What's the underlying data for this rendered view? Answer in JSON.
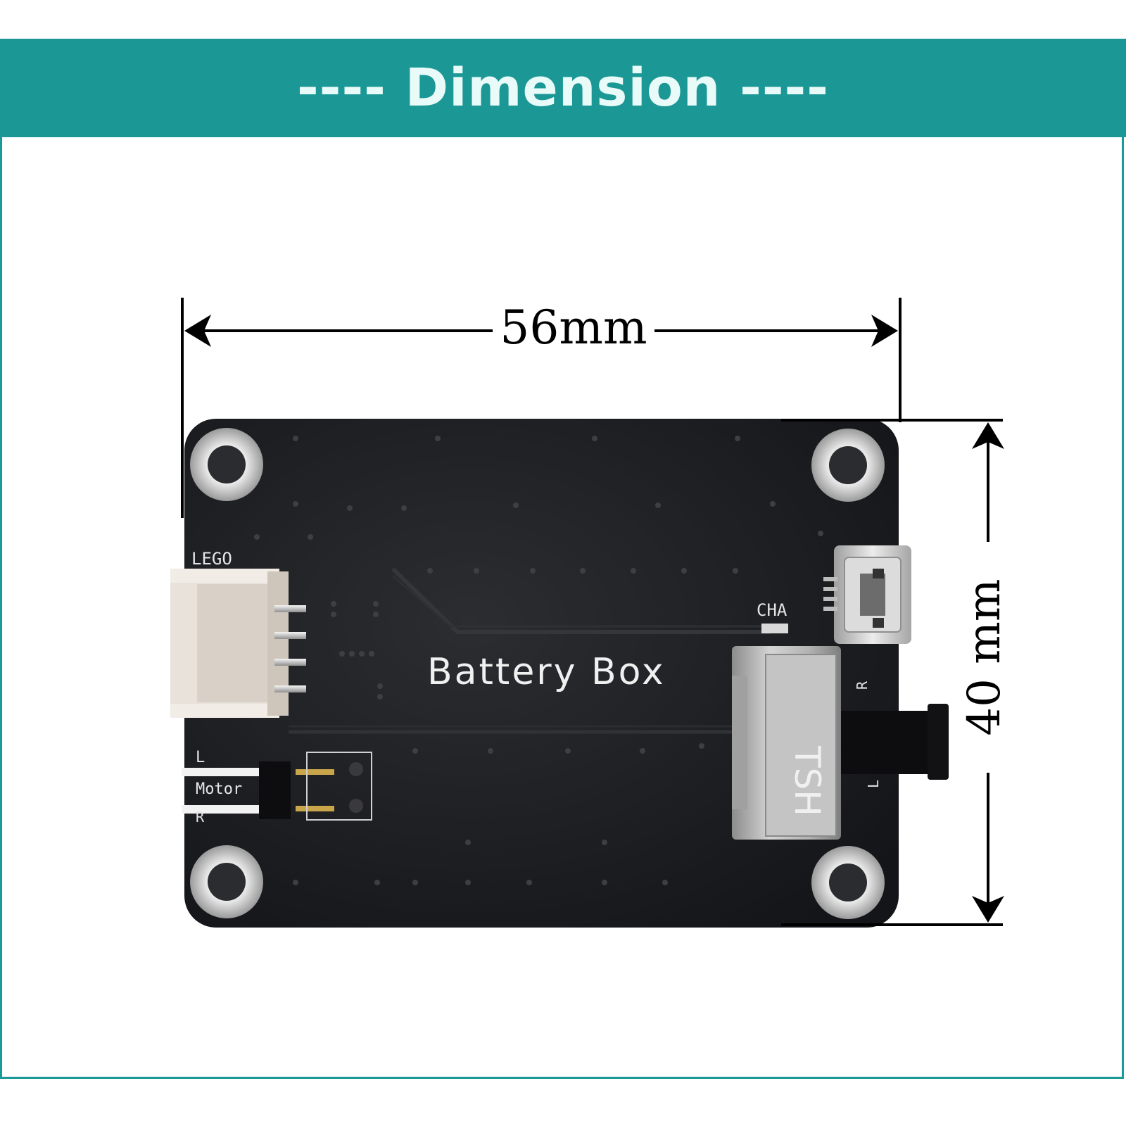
{
  "header": {
    "title": "---- Dimension ----"
  },
  "dimensions": {
    "width_label": "56mm",
    "height_label": "40 mm"
  },
  "board": {
    "name_label": "Battery Box",
    "connector_label": "LEGO",
    "charge_label": "CHA",
    "motor_label": "Motor",
    "motor_left_label": "L",
    "motor_right_label": "R",
    "switch_brand": "TSH",
    "switch_r_label": "R",
    "switch_l_label": "L"
  },
  "colors": {
    "banner": "#1b9896",
    "pcb": "#1c1d20",
    "pad": "#cfcfcf"
  }
}
